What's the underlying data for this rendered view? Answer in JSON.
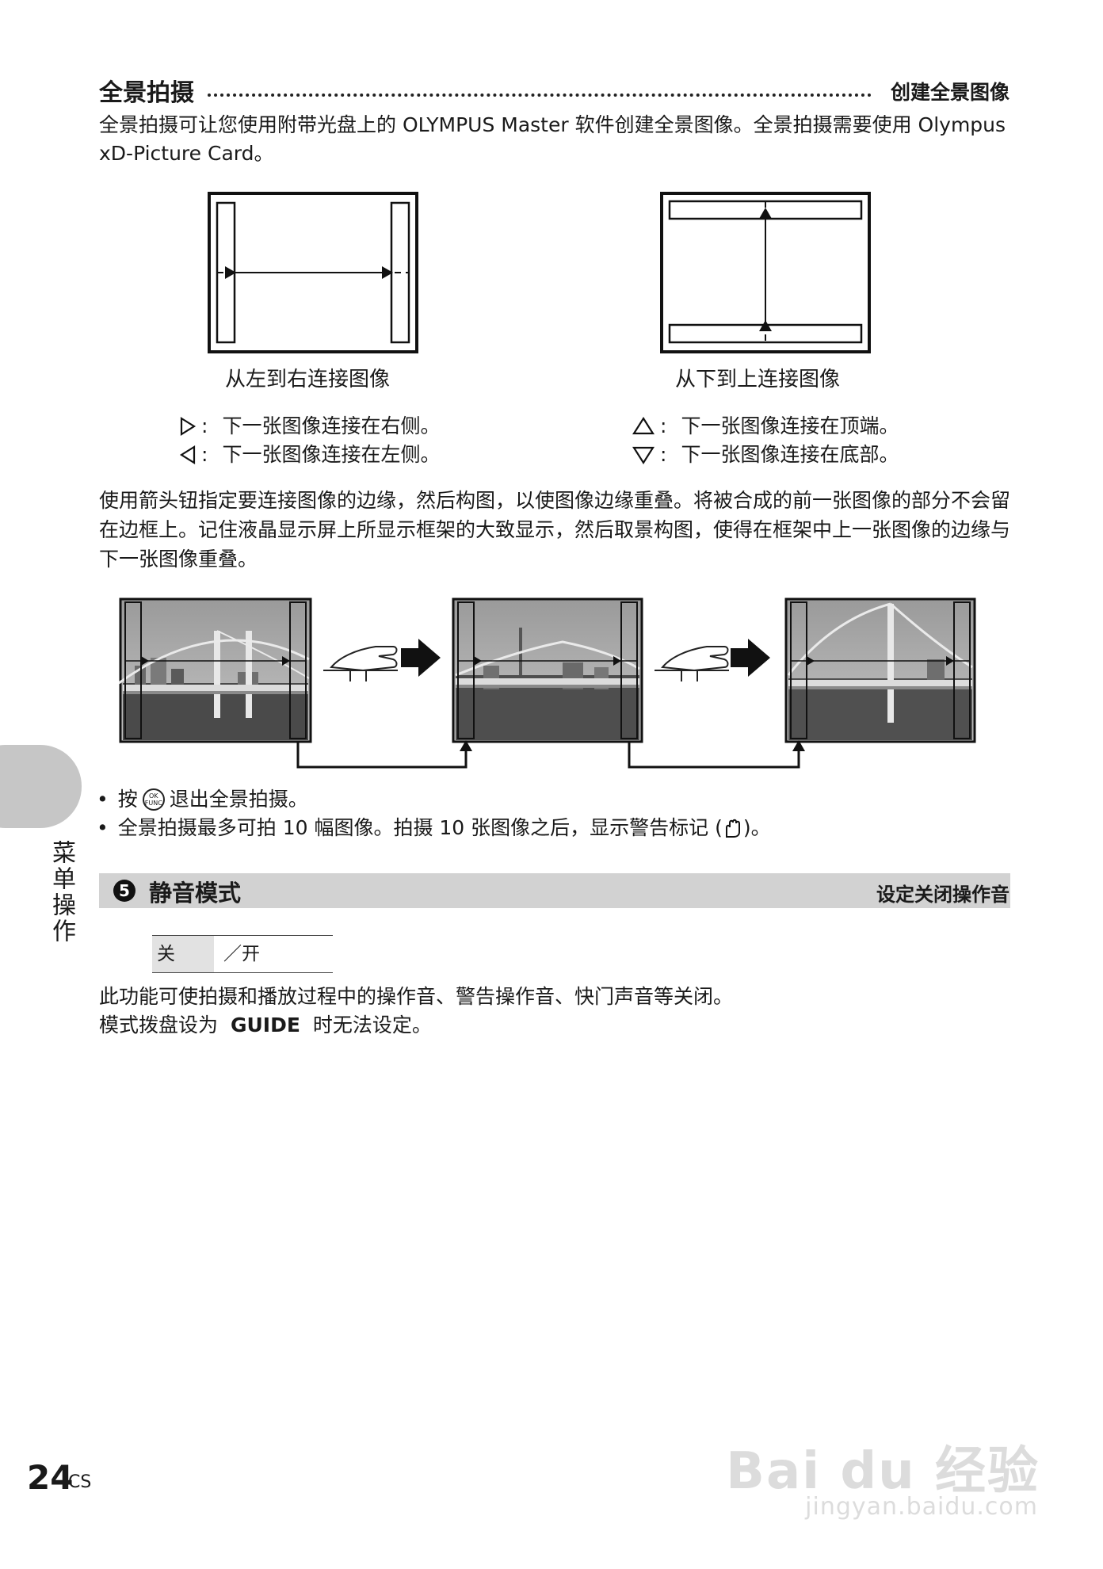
{
  "header": {
    "title": "全景拍摄",
    "right": "创建全景图像"
  },
  "intro": "全景拍摄可让您使用附带光盘上的 OLYMPUS Master 软件创建全景图像。全景拍摄需要使用 Olympus xD-Picture Card。",
  "figures": {
    "left_caption": "从左到右连接图像",
    "right_caption": "从下到上连接图像"
  },
  "legend": {
    "right_text": "下一张图像连接在右侧。",
    "left_text": "下一张图像连接在左侧。",
    "top_text": "下一张图像连接在顶端。",
    "bottom_text": "下一张图像连接在底部。",
    "sep": ":"
  },
  "body2": "使用箭头钮指定要连接图像的边缘，然后构图，以使图像边缘重叠。将被合成的前一张图像的部分不会留在边框上。记住液晶显示屏上所显示框架的大致显示，然后取景构图，使得在框架中上一张图像的边缘与下一张图像重叠。",
  "bullets": {
    "b1_pre": "按",
    "ok_top": "OK",
    "ok_bottom": "FUNC",
    "b1_post": "退出全景拍摄。",
    "b2_pre": "全景拍摄最多可拍 10 幅图像。拍摄 10 张图像之后，显示警告标记 (",
    "b2_post": ")。"
  },
  "section": {
    "number": "5",
    "title": "静音模式",
    "right": "设定关闭操作音"
  },
  "options": {
    "a": "关",
    "b": "／开"
  },
  "body3": {
    "line1": "此功能可使拍摄和播放过程中的操作音、警告操作音、快门声音等关闭。",
    "line2_pre": "模式拨盘设为",
    "line2_bold": "GUIDE",
    "line2_post": "时无法设定。"
  },
  "side_label": "菜单操作",
  "page": {
    "number": "24",
    "suffix": "CS"
  },
  "watermark": {
    "main": "Bai du 经验",
    "sub": "jingyan.baidu.com"
  },
  "icons": [
    "triangle-right-icon",
    "triangle-left-icon",
    "triangle-up-icon",
    "triangle-down-icon",
    "ok-func-icon",
    "hand-warning-icon",
    "finger-icon",
    "bold-arrow-icon"
  ]
}
